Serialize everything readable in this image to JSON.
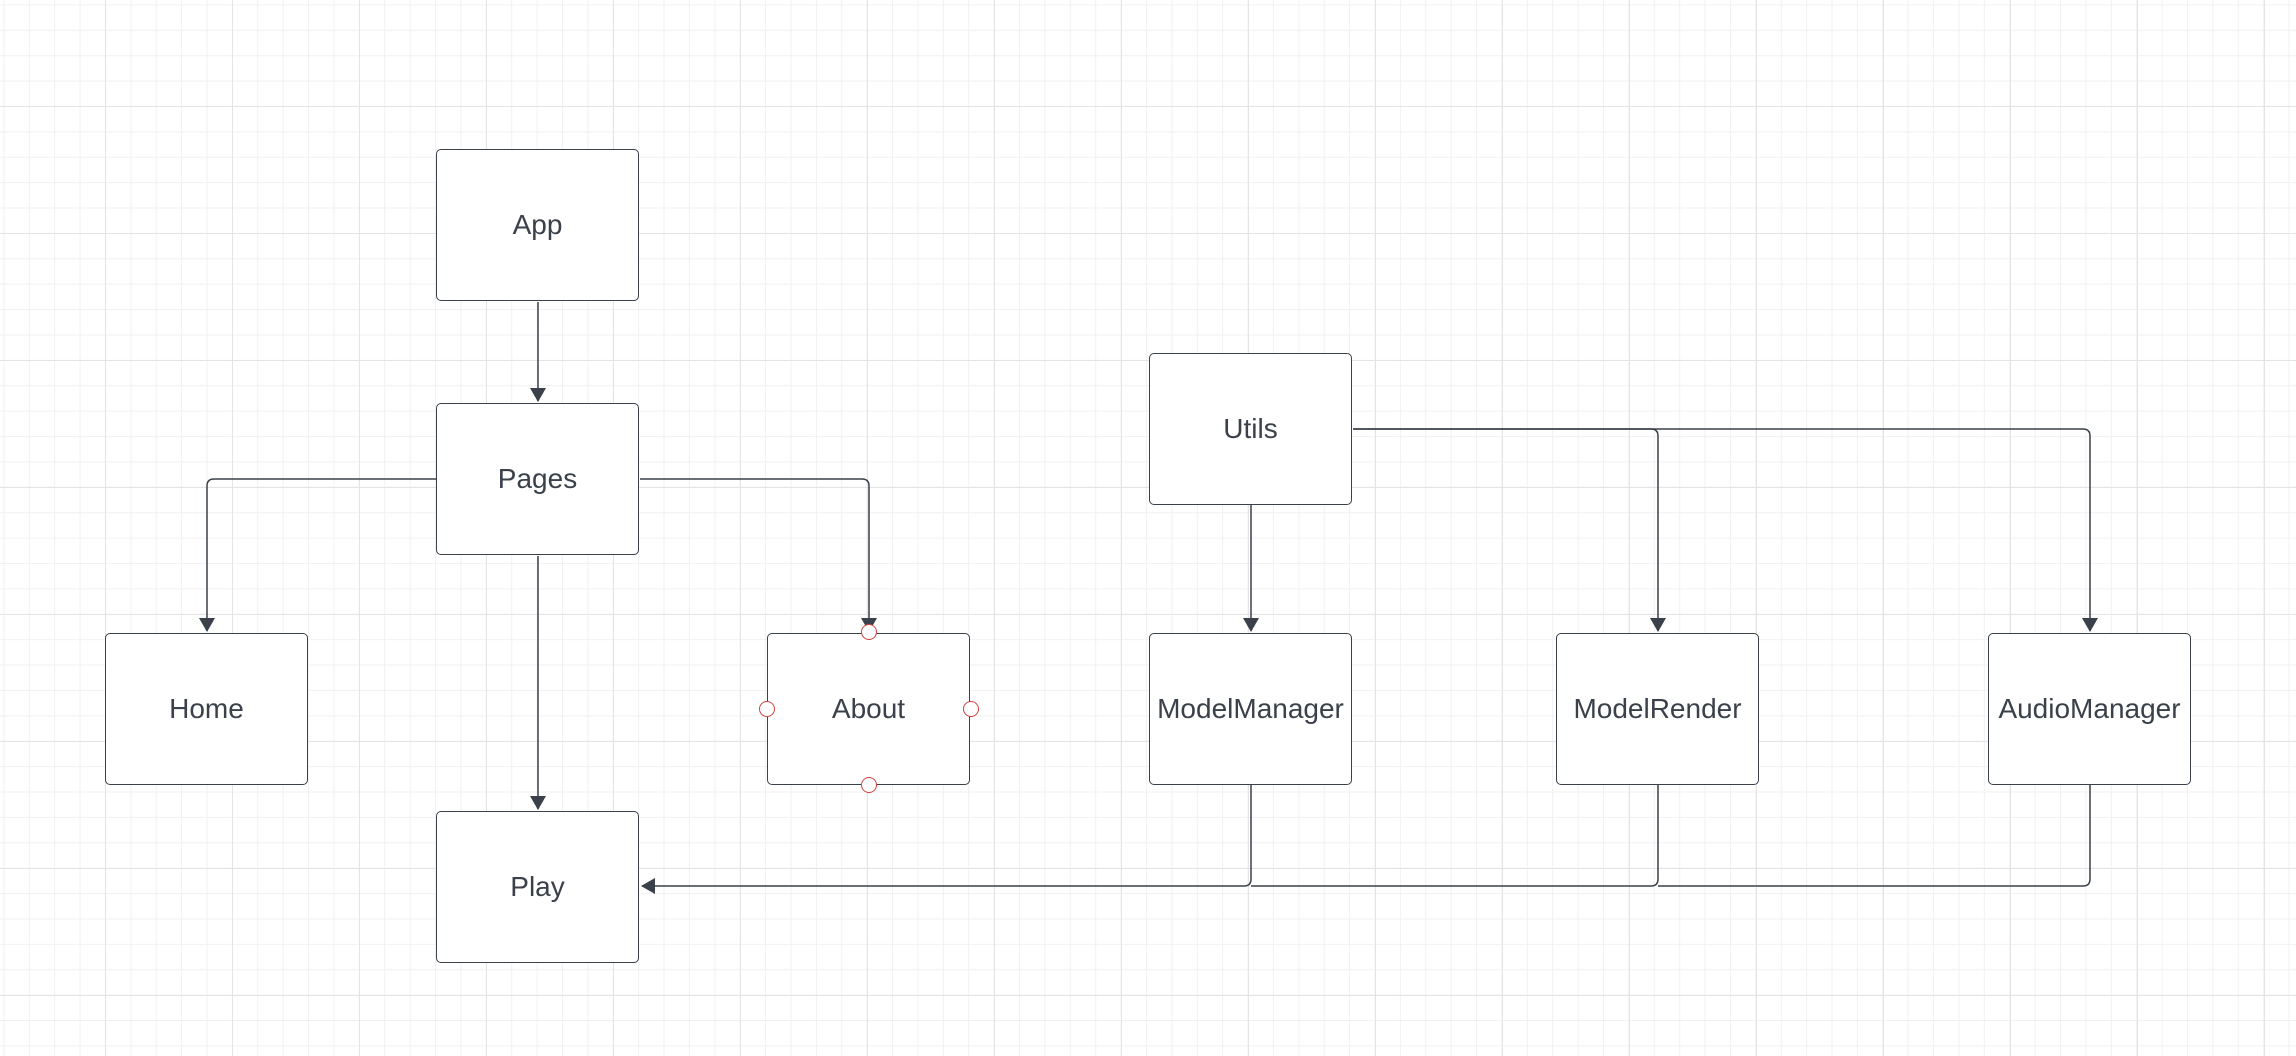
{
  "diagram": {
    "nodes": {
      "app": "App",
      "pages": "Pages",
      "home": "Home",
      "about": "About",
      "play": "Play",
      "utils": "Utils",
      "model_manager": "ModelManager",
      "model_render": "ModelRender",
      "audio_manager": "AudioManager"
    },
    "edges": [
      {
        "from": "App",
        "to": "Pages"
      },
      {
        "from": "Pages",
        "to": "Home"
      },
      {
        "from": "Pages",
        "to": "About"
      },
      {
        "from": "Pages",
        "to": "Play"
      },
      {
        "from": "Utils",
        "to": "ModelManager"
      },
      {
        "from": "Utils",
        "to": "ModelRender"
      },
      {
        "from": "Utils",
        "to": "AudioManager"
      },
      {
        "from": "ModelManager",
        "to": "Play"
      },
      {
        "from": "ModelRender",
        "to": "Play"
      },
      {
        "from": "AudioManager",
        "to": "Play"
      }
    ],
    "selected_node": "About",
    "colors": {
      "stroke": "#3a414a",
      "text": "#3a414a",
      "selection_handle": "#d0433e",
      "grid_major": "#e4e4e4",
      "grid_minor": "#f1f1f1"
    }
  }
}
